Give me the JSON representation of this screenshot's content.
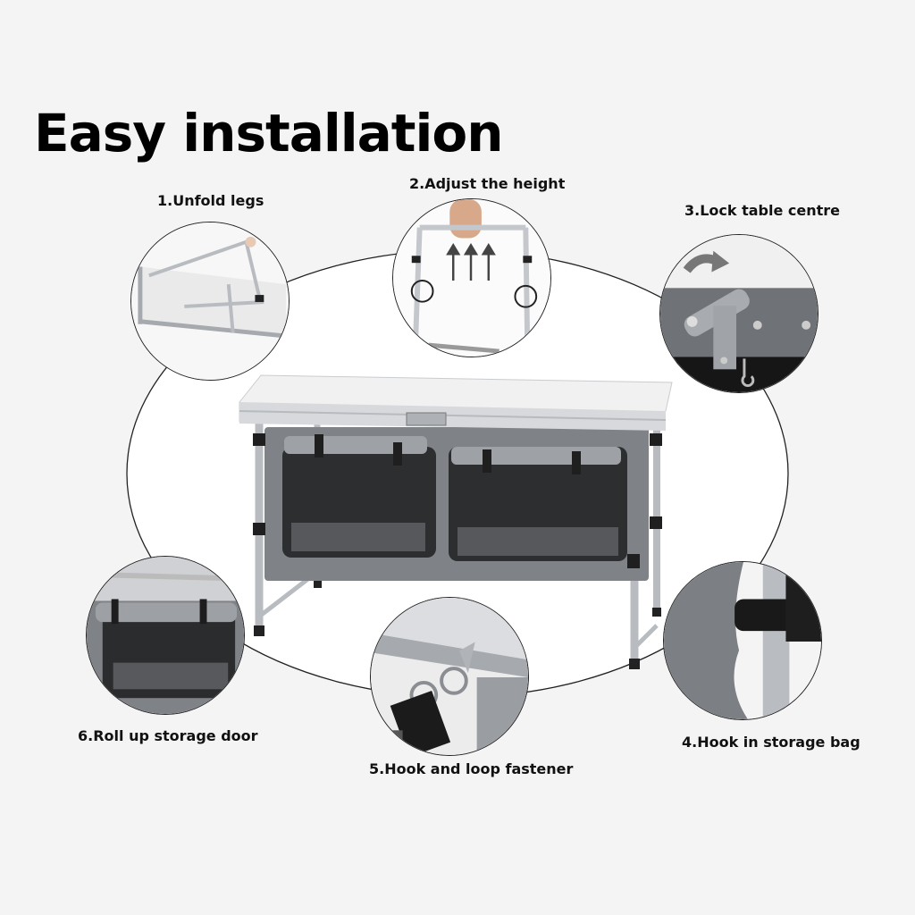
{
  "title": "Easy installation",
  "steps": [
    {
      "label": "1.Unfold legs"
    },
    {
      "label": "2.Adjust the height"
    },
    {
      "label": "3.Lock table centre"
    },
    {
      "label": "4.Hook in storage bag"
    },
    {
      "label": "5.Hook and loop fastener"
    },
    {
      "label": "6.Roll up storage door"
    }
  ],
  "colors": {
    "background": "#f4f4f4",
    "aluminum": "#c9ccd0",
    "fabric_gray": "#8a8d91",
    "fabric_dark": "#3a3b3d",
    "tabletop": "#f2f2f2"
  }
}
